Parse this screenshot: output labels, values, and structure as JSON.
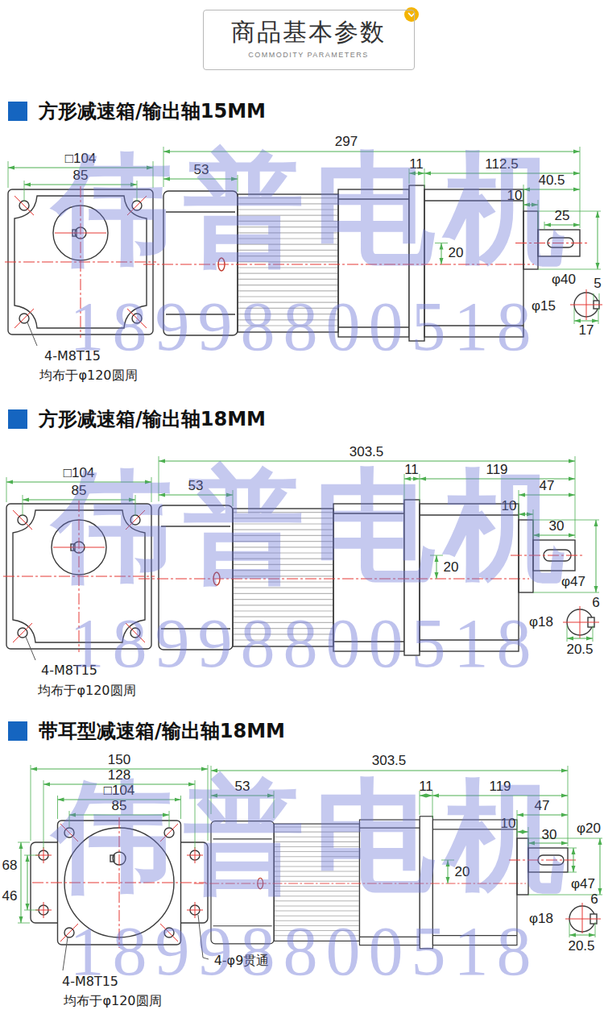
{
  "diagram": {
    "nodes": [
      {
        "text": [
          "商品基本参数",
          "COMMODITY PARAMETERS"
        ]
      }
    ],
    "labels": [
      "方形减速箱/输出轴15MM",
      "□104",
      "85",
      "4-M8T15",
      "均布于φ120圆周",
      "297",
      "53",
      "11",
      "112.5",
      "40.5",
      "10",
      "25",
      "20",
      "φ40",
      "φ15",
      "5",
      "17",
      "伟普电机",
      "18998800518",
      "方形减速箱/输出轴18MM",
      "□104",
      "85",
      "4-M8T15",
      "均布于φ120圆周",
      "303.5",
      "53",
      "11",
      "119",
      "47",
      "10",
      "30",
      "20",
      "φ47",
      "φ18",
      "6",
      "20.5",
      "伟普电机",
      "18998800518",
      "带耳型减速箱/输出轴18MM",
      "150",
      "128",
      "□104",
      "85",
      "68",
      "46",
      "4-M8T15",
      "均布于φ120圆周",
      "4-φ9贯通",
      "303.5",
      "53",
      "11",
      "119",
      "47",
      "10",
      "30",
      "φ20",
      "20",
      "φ47",
      "φ18",
      "6",
      "20.5",
      "伟普电机",
      "18998800518"
    ]
  }
}
